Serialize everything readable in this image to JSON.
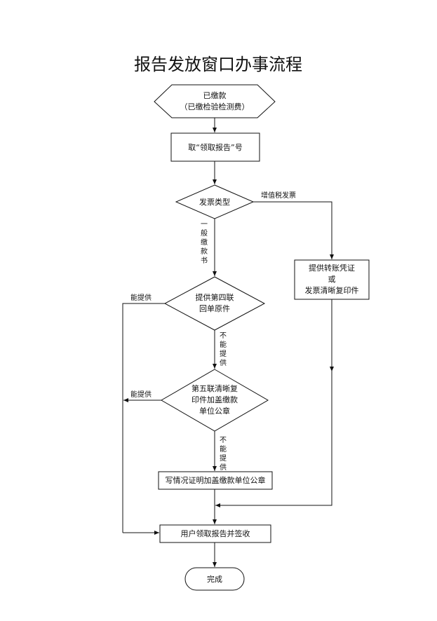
{
  "title": "报告发放窗口办事流程",
  "nodes": {
    "start": {
      "line1": "已缴款",
      "line2": "（已缴检验检测费）"
    },
    "get_number": "取“领取报告”号",
    "invoice_type": "发票类型",
    "provide_4th": {
      "line1": "提供第四联",
      "line2": "回单原件"
    },
    "provide_5th": {
      "line1": "第五联清晰复",
      "line2": "印件加盖缴款",
      "line3": "单位公章"
    },
    "write_statement": "写情况证明加盖缴款单位公章",
    "provide_transfer": {
      "line1": "提供转账凭证",
      "line2": "或",
      "line3": "发票清晰复印件"
    },
    "collect": "用户领取报告并签收",
    "end": "完成"
  },
  "labels": {
    "vat_invoice": "增值税发票",
    "general_payment": [
      "一",
      "般",
      "缴",
      "款",
      "书"
    ],
    "can_provide_1": "能提供",
    "can_provide_2": "能提供",
    "cannot_provide_1": [
      "不",
      "能",
      "提",
      "供"
    ],
    "cannot_provide_2": [
      "不",
      "能",
      "提",
      "供"
    ]
  }
}
